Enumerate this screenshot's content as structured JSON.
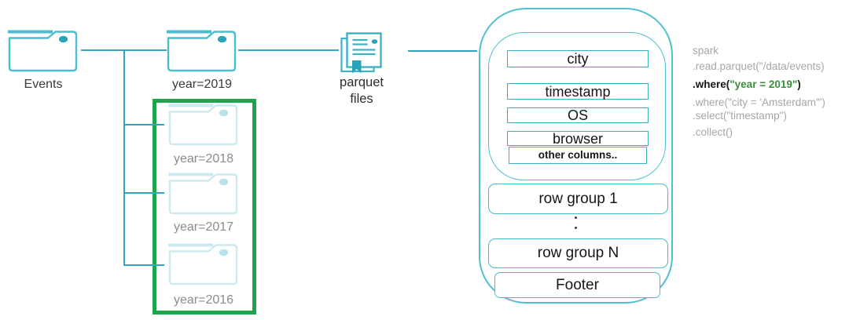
{
  "diagram": {
    "tree": {
      "root": {
        "label": "Events"
      },
      "partitions": {
        "y2019": {
          "label": "year=2019",
          "state": "active"
        },
        "y2018": {
          "label": "year=2018",
          "state": "pruned"
        },
        "y2017": {
          "label": "year=2017",
          "state": "pruned"
        },
        "y2016": {
          "label": "year=2016",
          "state": "pruned"
        }
      }
    },
    "parquet_files_label": {
      "line1": "parquet",
      "line2": "files"
    },
    "parquet_file_structure": {
      "column_chunks": {
        "city": "city",
        "timestamp": "timestamp",
        "os": "OS",
        "browser": "browser",
        "other": "other columns.."
      },
      "row_group_first": "row group 1",
      "row_group_ellipsis": "..",
      "row_group_last": "row group N",
      "footer": "Footer"
    },
    "spark_code": {
      "line_1": "spark",
      "line_2": ".read.parquet(\"/data/events)",
      "line_3_prefix": ".where(",
      "line_3_highlight": "\"year = 2019\"",
      "line_3_suffix": ")",
      "line_4": ".where(\"city = 'Amsterdam'\")",
      "line_5": ".select(\"timestamp\")",
      "line_6": ".collect()"
    },
    "colors": {
      "teal_line": "#2fa6bb",
      "teal_icon": "#4dbccc",
      "teal_box_border": "#39b0c4",
      "teal_faded": "#cdeaf0",
      "highlight_green_box": "#1da44c",
      "code_green": "#3a8e3e",
      "code_gray": "#a6a6a6",
      "text_dark": "#1a1a1a"
    }
  }
}
